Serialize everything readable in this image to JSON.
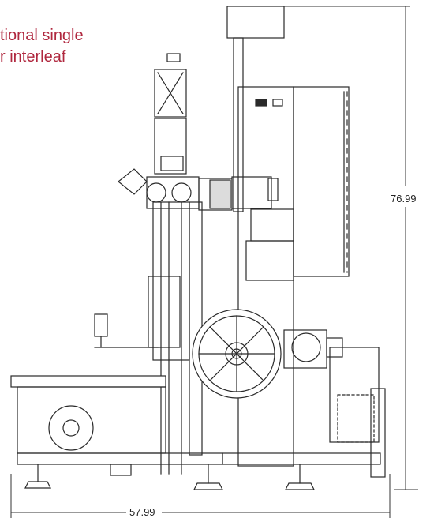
{
  "caption": {
    "line1": "tional single",
    "line2": "r interleaf",
    "color": "#b0283f"
  },
  "dimensions": {
    "height": "76.99",
    "width": "57.99"
  }
}
